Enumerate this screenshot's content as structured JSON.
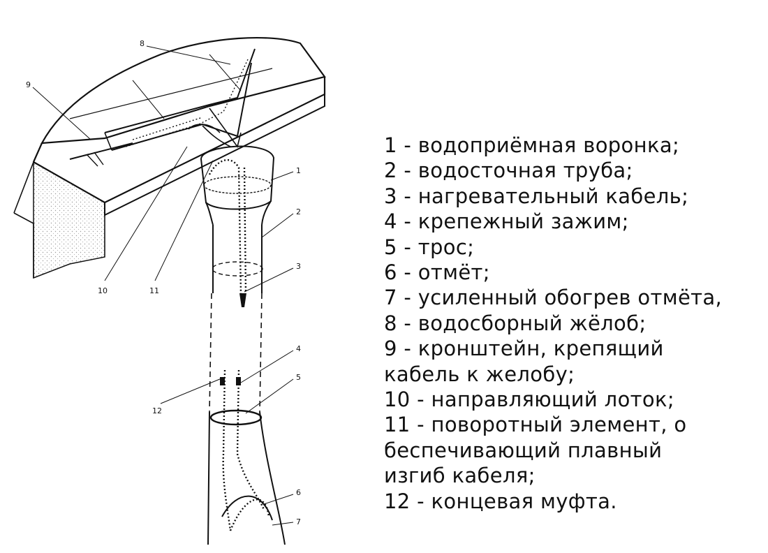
{
  "callouts": {
    "n1": "1",
    "n2": "2",
    "n3": "3",
    "n4": "4",
    "n5": "5",
    "n6": "6",
    "n7": "7",
    "n8": "8",
    "n9": "9",
    "n10": "10",
    "n11": "11",
    "n12": "12"
  },
  "legend": [
    "1 - водоприёмная воронка;",
    "2 - водосточная труба;",
    "3 - нагревательный кабель;",
    "4 - крепежный зажим;",
    "5 - трос;",
    "6 - отмёт;",
    "7 - усиленный обогрев отмёта,",
    "8 - водосборный жёлоб;",
    "9 - кронштейн, крепящий",
    "кабель к желобу;",
    "10 - направляющий лоток;",
    "11 - поворотный элемент, о",
    "беспечивающий плавный",
    "изгиб кабеля;",
    "12 - концевая муфта."
  ],
  "colors": {
    "ink": "#111111",
    "background": "#ffffff",
    "hatch": "#9a9a9a"
  }
}
